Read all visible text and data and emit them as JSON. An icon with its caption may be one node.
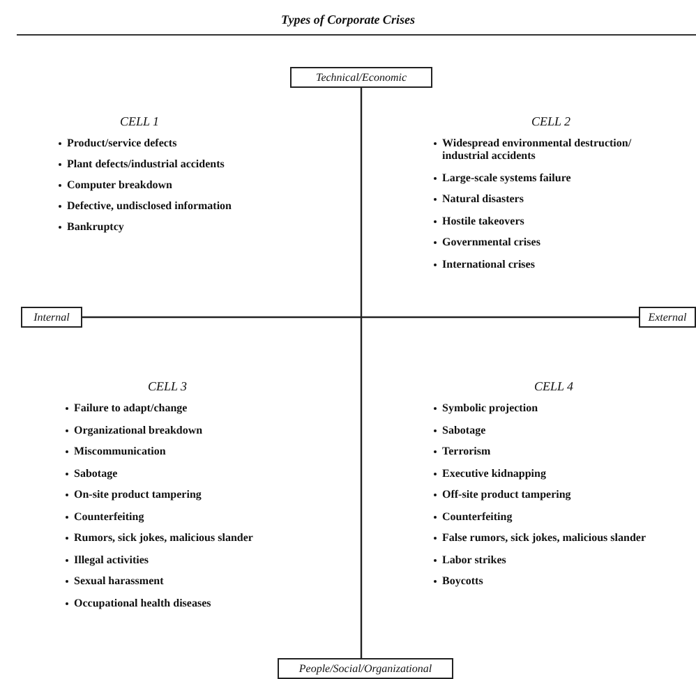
{
  "diagram": {
    "title": "Types of Corporate Crises",
    "nodes": [
      {
        "text": [
          "Technical/Economic"
        ]
      },
      {
        "text": [
          "Internal"
        ]
      },
      {
        "text": [
          "External"
        ]
      },
      {
        "text": [
          "People/Social/Organizational"
        ]
      }
    ],
    "edges": [
      {
        "from": 0,
        "to": 3,
        "arrow": "none"
      },
      {
        "from": 1,
        "to": 2,
        "arrow": "none"
      }
    ],
    "labels": [
      "CELL 1",
      "Product/service defects",
      "Plant defects/industrial accidents",
      "Computer breakdown",
      "Defective, undisclosed information",
      "Bankruptcy",
      "CELL 2",
      "Widespread environmental destruction/ industrial accidents",
      "Large-scale systems failure",
      "Natural disasters",
      "Hostile takeovers",
      "Governmental crises",
      "International crises",
      "CELL 3",
      "Failure to adapt/change",
      "Organizational breakdown",
      "Miscommunication",
      "Sabotage",
      "On-site product tampering",
      "Counterfeiting",
      "Rumors, sick jokes, malicious slander",
      "Illegal activities",
      "Sexual harassment",
      "Occupational health diseases",
      "CELL 4",
      "Symbolic projection",
      "Sabotage",
      "Terrorism",
      "Executive kidnapping",
      "Off-site product tampering",
      "Counterfeiting",
      "False rumors, sick jokes, malicious slander",
      "Labor strikes",
      "Boycotts"
    ]
  }
}
